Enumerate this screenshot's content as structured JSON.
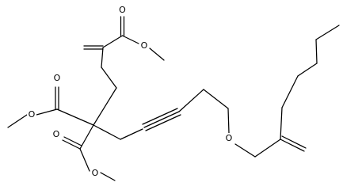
{
  "molecule": {
    "atom_labels": [
      "O",
      "O",
      "O",
      "O",
      "O",
      "O",
      "O"
    ]
  }
}
